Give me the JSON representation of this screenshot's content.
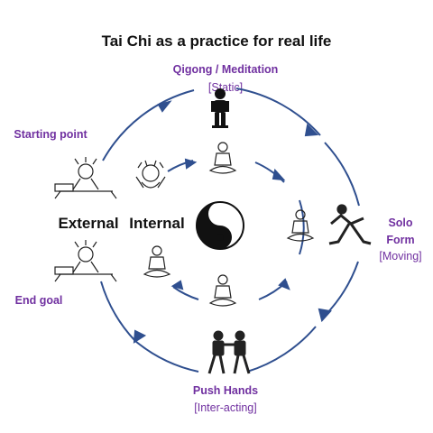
{
  "title": "Tai Chi as a practice for real life",
  "labels": {
    "qigong_title": "Qigong / Meditation",
    "qigong_sub": "[Static]",
    "solo_line1": "Solo",
    "solo_line2": "Form",
    "solo_sub": "[Moving]",
    "push_title": "Push Hands",
    "push_sub": "[Inter-acting]",
    "starting_point": "Starting point",
    "end_goal": "End goal",
    "external": "External",
    "internal": "Internal"
  },
  "colors": {
    "accent_purple": "#7030a0",
    "arrow_blue": "#2f4f8f",
    "text_dark": "#111111"
  },
  "icons": [
    "yin-yang-icon",
    "meditating-figure-icon",
    "stressed-figure-icon",
    "standing-figure-icon",
    "solo-form-figure-icon",
    "push-hands-figures-icon"
  ]
}
